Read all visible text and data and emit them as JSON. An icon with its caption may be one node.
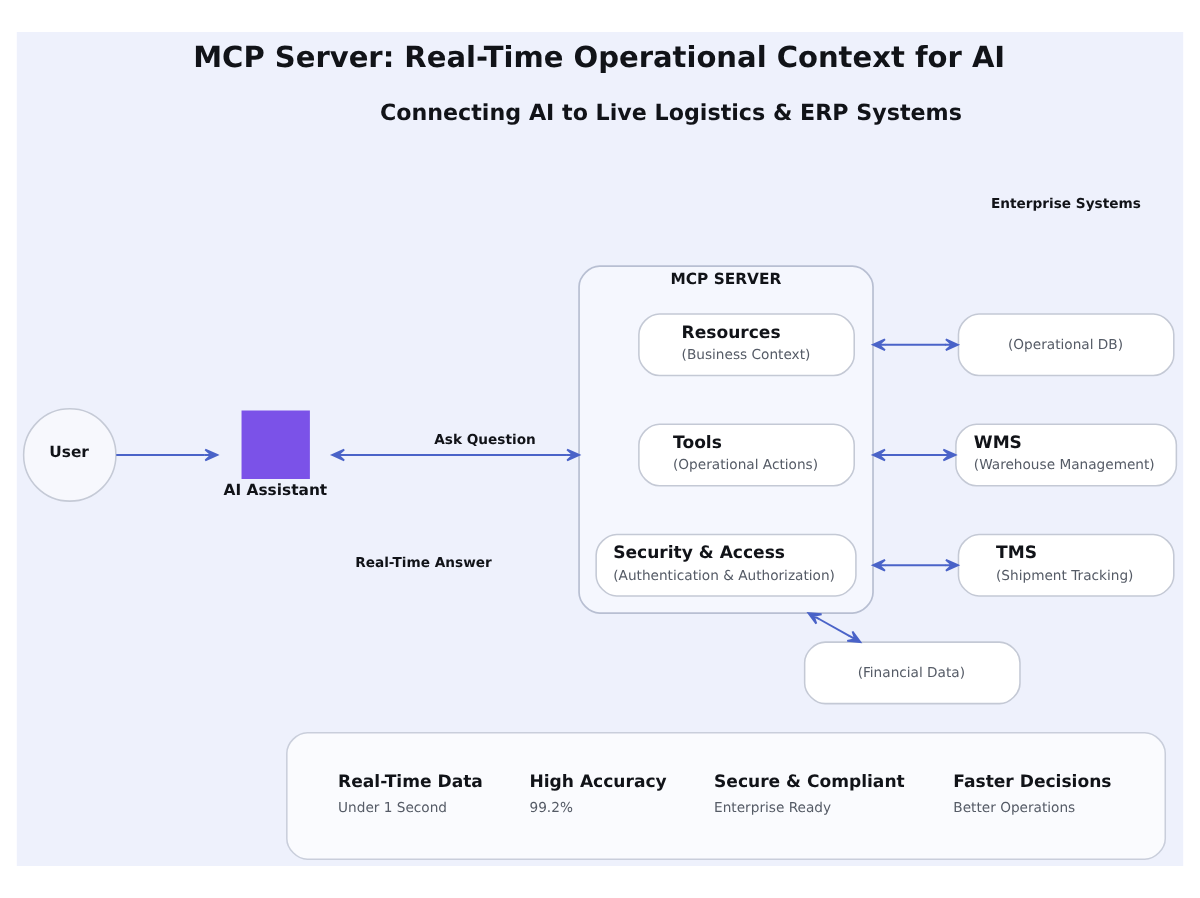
{
  "diagram": {
    "title": "MCP Server: Real-Time Operational Context for AI",
    "nodes": [
      {
        "text": [
          "User"
        ]
      },
      {
        "text": [
          "AI Assistant"
        ]
      },
      {
        "text": [
          "MCP SERVER"
        ]
      },
      {
        "text": [
          "Resources",
          "(Business Context)"
        ],
        "in": 2
      },
      {
        "text": [
          "Tools",
          "(Operational Actions)"
        ],
        "in": 2
      },
      {
        "text": [
          "Security & Access",
          "(Authentication & Authorization)"
        ],
        "in": 2
      },
      {
        "text": [
          "(Operational DB)"
        ]
      },
      {
        "text": [
          "WMS",
          "(Warehouse Management)"
        ]
      },
      {
        "text": [
          "TMS",
          "(Shipment Tracking)"
        ]
      },
      {
        "text": [
          "(Financial Data)"
        ]
      },
      {
        "text": [
          "Real-Time Data",
          "Under 1 Second",
          "High Accuracy",
          "99.2%",
          "Secure & Compliant",
          "Enterprise Ready",
          "Faster Decisions",
          "Better Operations"
        ]
      }
    ],
    "edges": [
      {
        "from": 0,
        "to": 1,
        "arrow": "to"
      },
      {
        "from": 1,
        "to": 2,
        "arrow": "both",
        "label": "Ask Question"
      },
      {
        "from": 2,
        "to": 6,
        "arrow": "both"
      },
      {
        "from": 2,
        "to": 7,
        "arrow": "both"
      },
      {
        "from": 2,
        "to": 8,
        "arrow": "both"
      },
      {
        "from": 2,
        "to": 9,
        "arrow": "both"
      }
    ],
    "labels": [
      "Connecting AI to Live Logistics & ERP Systems",
      "Enterprise Systems",
      "Real-Time Answer"
    ]
  }
}
